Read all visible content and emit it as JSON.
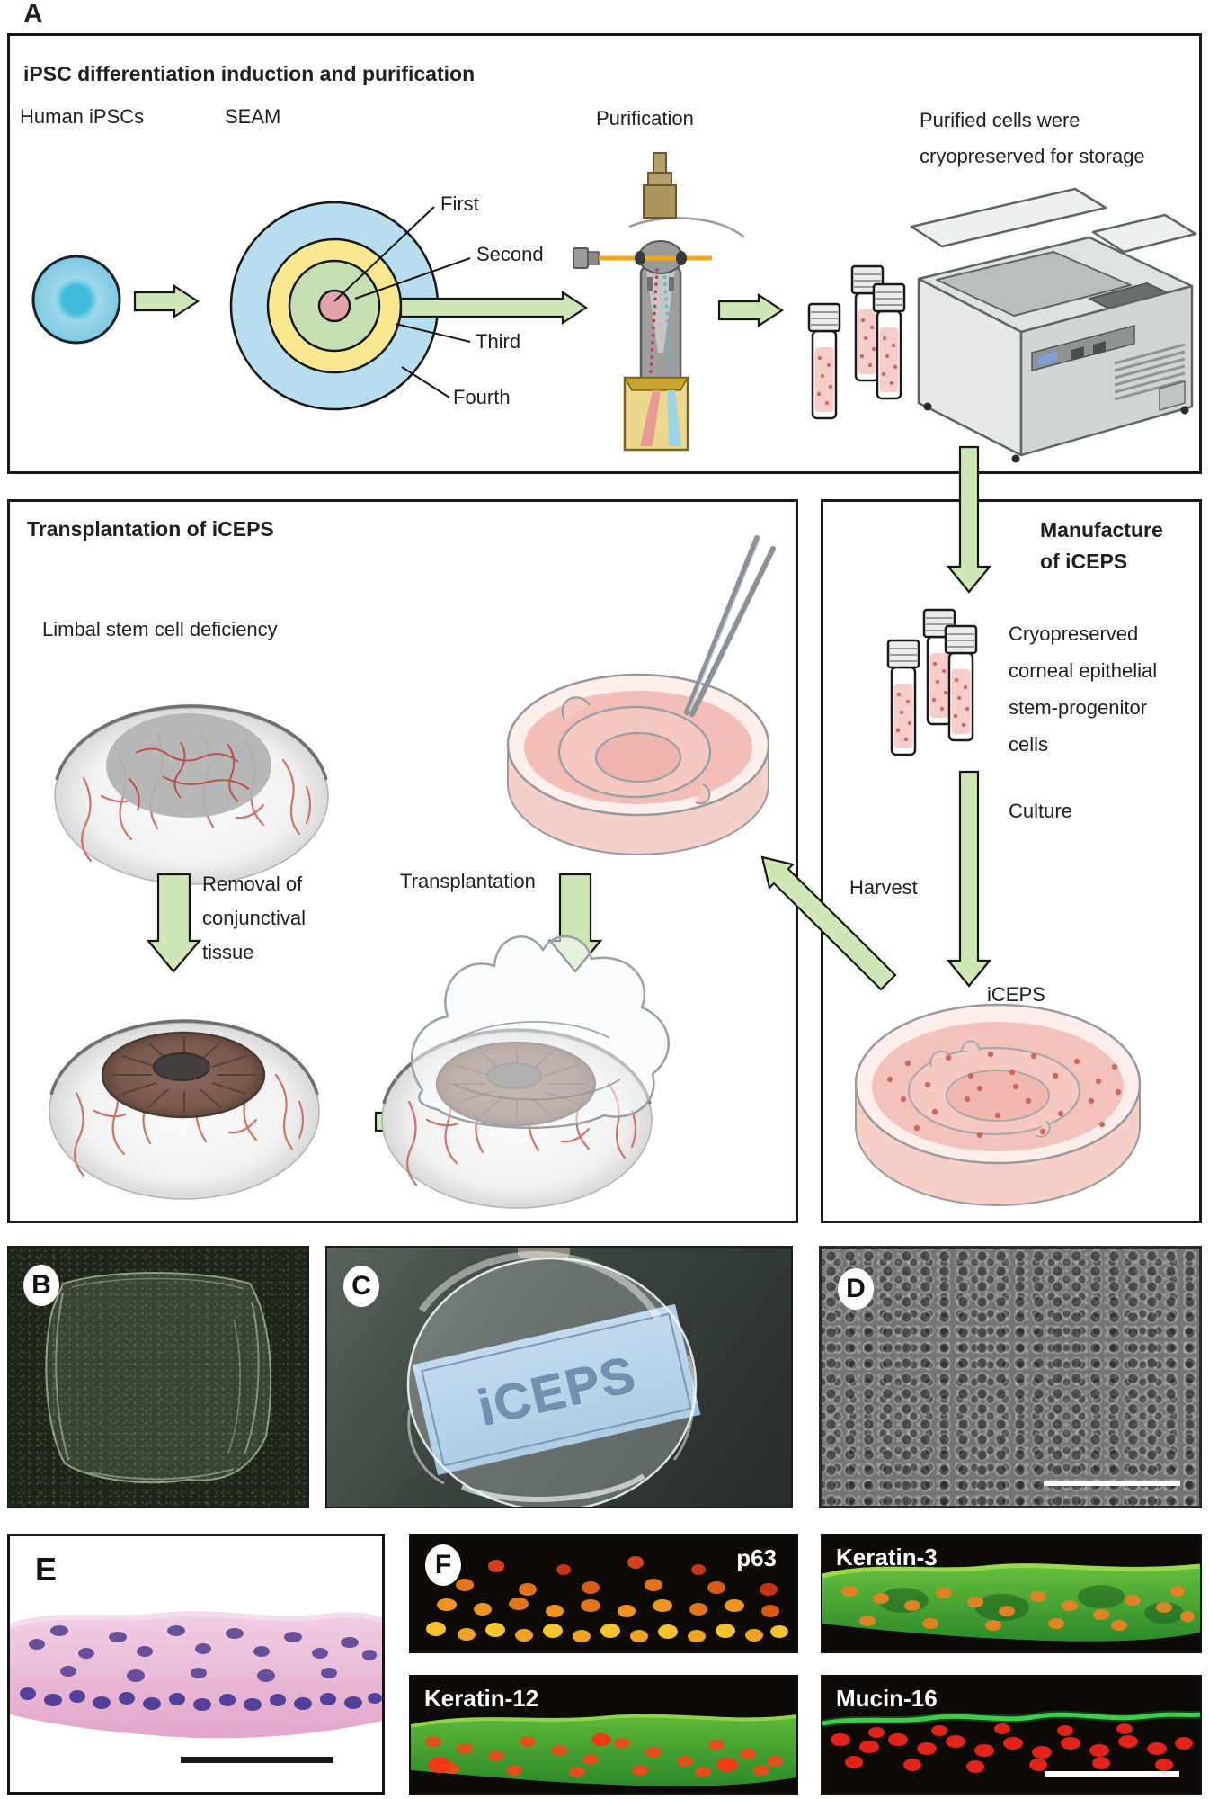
{
  "figure_label": "A",
  "panel_a": {
    "title": "iPSC differentiation induction and purification",
    "stage_human_ipscs": "Human iPSCs",
    "stage_seam": "SEAM",
    "stage_purification": "Purification",
    "stage_storage_line1": "Purified cells were",
    "stage_storage_line2": "cryopreserved for storage",
    "seam_zones": [
      "First",
      "Second",
      "Third",
      "Fourth"
    ]
  },
  "transplant_panel": {
    "title": "Transplantation of iCEPS",
    "limbal": "Limbal stem cell deficiency",
    "removal_line1": "Removal of",
    "removal_line2": "conjunctival",
    "removal_line3": "tissue",
    "transplantation": "Transplantation"
  },
  "manufacture_panel": {
    "title_line1": "Manufacture",
    "title_line2": "of iCEPS",
    "cryo_line1": "Cryopreserved",
    "cryo_line2": "corneal epithelial",
    "cryo_line3": "stem-progenitor",
    "cryo_line4": "cells",
    "culture": "Culture",
    "harvest": "Harvest",
    "iceps": "iCEPS"
  },
  "photo_panels": {
    "b_label": "B",
    "c_label": "C",
    "c_sheet_text": "iCEPS",
    "d_label": "D",
    "e_label": "E",
    "f_label": "F",
    "stain_p63": "p63",
    "stain_keratin3": "Keratin-3",
    "stain_keratin12": "Keratin-12",
    "stain_mucin16": "Mucin-16"
  },
  "colors": {
    "arrow_green": "#cfe6b6",
    "seam_fourth_blue": "#b7ddef",
    "seam_third_yellow": "#f9e88f",
    "seam_second_green": "#c5dfb3",
    "seam_first_pink": "#e2a3ac",
    "ipsc_colony_blue": "#7cc7e1",
    "medium_pink": "#f3c2bb",
    "vessel_red": "#cd7468"
  }
}
